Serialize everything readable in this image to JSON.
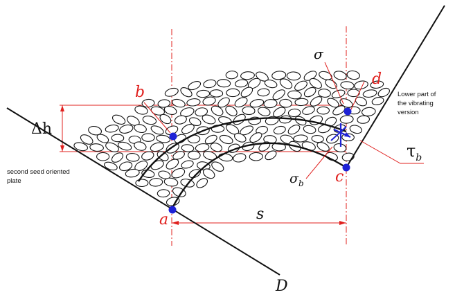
{
  "labels": {
    "a": "a",
    "b": "b",
    "c": "c",
    "d": "d",
    "D": "D",
    "s": "s",
    "delta_h": "Δh",
    "sigma": "σ",
    "sigma_b_main": "σ",
    "sigma_b_sub": "b",
    "tau_b_main": "τ",
    "tau_b_sub": "b",
    "second_plate": [
      "second seed oriented",
      "plate"
    ],
    "lower_part": [
      "Lower part of",
      "the vibrating",
      "version"
    ]
  },
  "colors": {
    "annotation": "#e0201e",
    "points": "#1e22d6",
    "lines": "#111111"
  }
}
